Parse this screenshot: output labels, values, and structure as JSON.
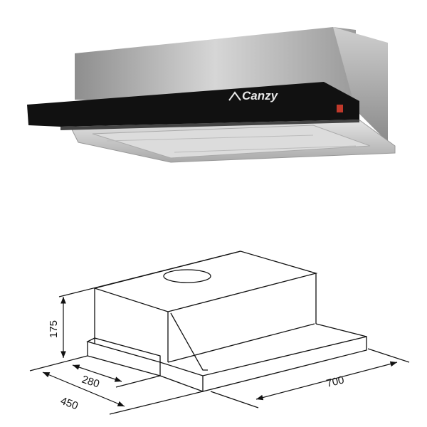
{
  "product": {
    "brand_logo": "Canzy",
    "colors": {
      "steel": "#b8b8b8",
      "panel": "#111111",
      "indicator": "#c0392b"
    }
  },
  "dimensions": {
    "height": "175",
    "depth_inner": "280",
    "depth_outer": "450",
    "width": "700"
  }
}
